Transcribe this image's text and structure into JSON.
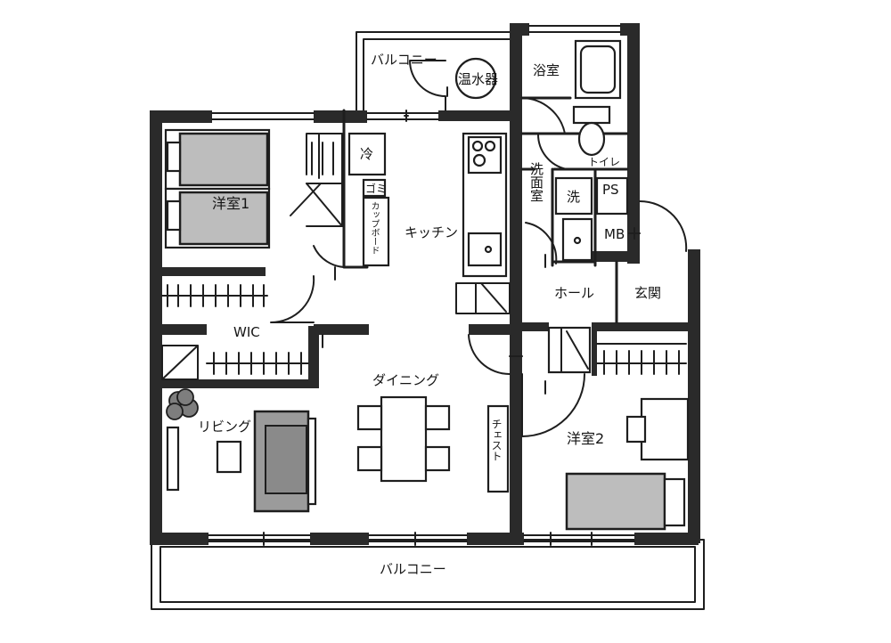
{
  "rooms": {
    "western1": "洋室1",
    "western2": "洋室2",
    "wic": "WIC",
    "living": "リビング",
    "dining": "ダイニング",
    "kitchen": "キッチン",
    "bathroom": "浴室",
    "toilet": "トイレ",
    "washroom": "洗面室",
    "hall": "ホール",
    "entrance": "玄関",
    "balcony_top": "バルコニー",
    "balcony_bottom": "バルコニー"
  },
  "fixtures": {
    "water_heater": "温水器",
    "fridge": "冷",
    "trash": "ゴミ",
    "cupboard": "カップボード",
    "washer": "洗",
    "ps": "PS",
    "mb": "MB",
    "chest": "チェスト"
  },
  "colors": {
    "wall": "#2a2a2a",
    "bed": "#bdbdbd",
    "sofa": "#9b9b9b"
  }
}
